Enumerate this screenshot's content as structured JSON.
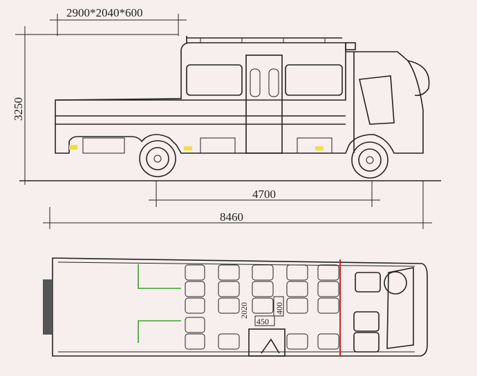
{
  "dimensions": {
    "roof_box": "2900*2040*600",
    "height": "3250",
    "wheelbase": "4700",
    "length": "8460",
    "interior_width": "2020",
    "seat_depth": "400",
    "seat_width": "450"
  },
  "colors": {
    "background": "#f7eeee",
    "line": "#222222",
    "partition": "#cc2222",
    "rail": "#3aa030",
    "lamp": "#f0e040"
  }
}
